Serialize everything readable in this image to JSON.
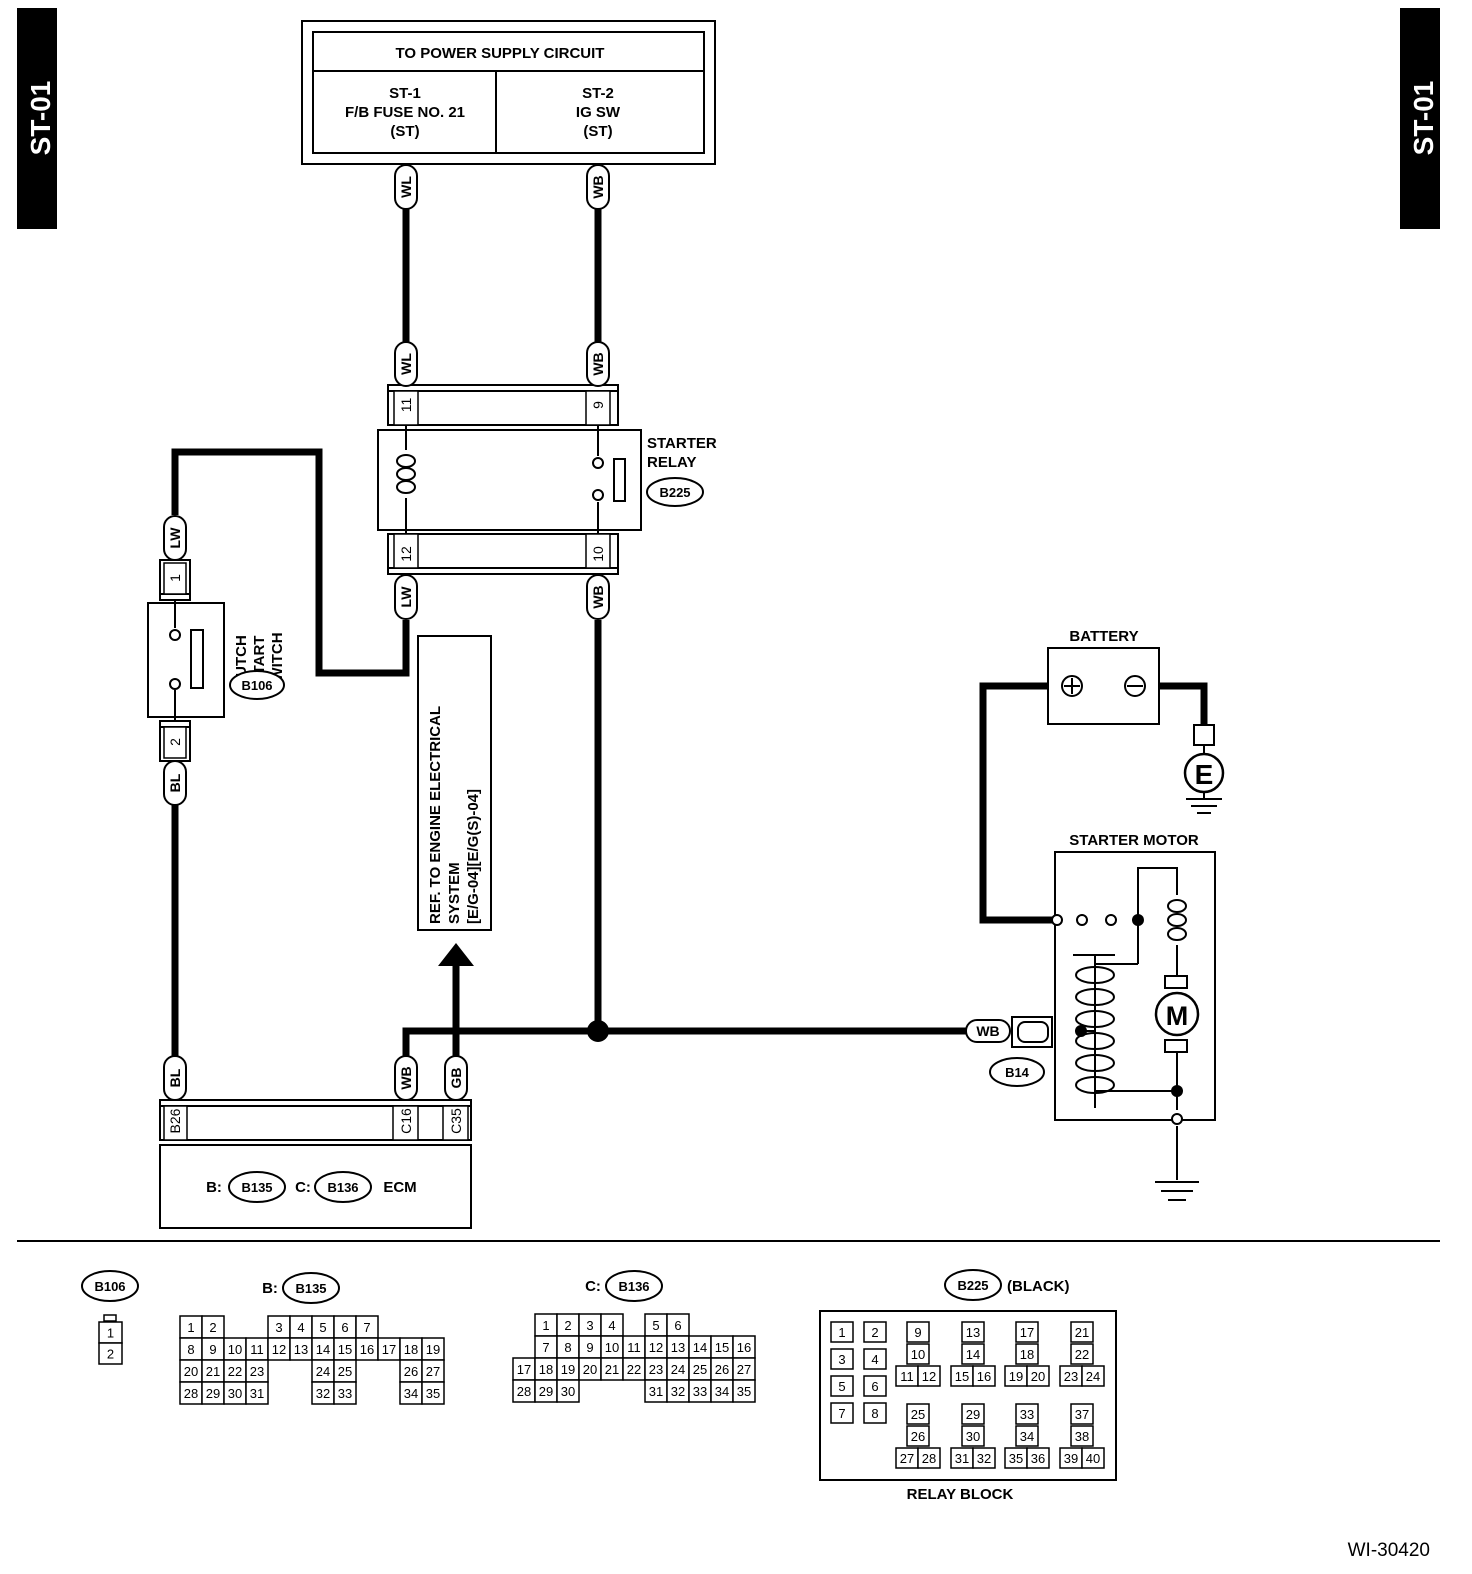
{
  "page_code": "ST-01",
  "figure_id": "WI-30420",
  "power_supply": {
    "title": "TO POWER SUPPLY CIRCUIT",
    "st1": {
      "line1": "ST-1",
      "line2": "F/B FUSE NO. 21",
      "line3": "(ST)"
    },
    "st2": {
      "line1": "ST-2",
      "line2": "IG SW",
      "line3": "(ST)"
    }
  },
  "starter_relay": {
    "line1": "STARTER",
    "line2": "RELAY",
    "connector": "B225"
  },
  "clutch_switch": {
    "line1": "CLUTCH",
    "line2": "START",
    "line3": "SWITCH",
    "connector": "B106"
  },
  "ref_box": {
    "line1": "REF. TO ENGINE ELECTRICAL",
    "line2": "SYSTEM",
    "line3": "[E/G-04][E/G(S)-04]"
  },
  "battery": {
    "label": "BATTERY",
    "ground_symbol": "E"
  },
  "starter_motor": {
    "label": "STARTER MOTOR",
    "motor_symbol": "M",
    "connector": "B14"
  },
  "ecm": {
    "b_prefix": "B:",
    "b_connector": "B135",
    "c_prefix": "C:",
    "c_connector": "B136",
    "label": "ECM"
  },
  "wire_colors": {
    "wl": "WL",
    "wb": "WB",
    "lw": "LW",
    "bl": "BL",
    "gb": "GB"
  },
  "pins": {
    "relay_11": "11",
    "relay_9": "9",
    "relay_12": "12",
    "relay_10": "10",
    "clutch_1": "1",
    "clutch_2": "2",
    "ecm_b26": "B26",
    "ecm_c16": "C16",
    "ecm_c35": "C35"
  },
  "connector_views": {
    "b106": {
      "id": "B106",
      "cells": [
        [
          "1"
        ],
        [
          "2"
        ]
      ]
    },
    "b135": {
      "prefix": "B:",
      "id": "B135",
      "rows": [
        [
          "1",
          "2",
          "",
          "",
          "3",
          "4",
          "5",
          "6",
          "7"
        ],
        [
          "8",
          "9",
          "10",
          "11",
          "12",
          "13",
          "14",
          "15",
          "16",
          "17",
          "18",
          "19"
        ],
        [
          "20",
          "21",
          "22",
          "23",
          "",
          "",
          "24",
          "25",
          "",
          "",
          "26",
          "27"
        ],
        [
          "28",
          "29",
          "30",
          "31",
          "",
          "",
          "32",
          "33",
          "",
          "",
          "34",
          "35"
        ]
      ]
    },
    "b136": {
      "prefix": "C:",
      "id": "B136",
      "rows": [
        [
          "",
          "1",
          "2",
          "3",
          "4",
          "",
          "5",
          "6"
        ],
        [
          "",
          "7",
          "8",
          "9",
          "10",
          "11",
          "12",
          "13",
          "14",
          "15",
          "16"
        ],
        [
          "17",
          "18",
          "19",
          "20",
          "21",
          "22",
          "23",
          "24",
          "25",
          "26",
          "27"
        ],
        [
          "28",
          "29",
          "30",
          "",
          "",
          "",
          "31",
          "32",
          "33",
          "34",
          "35"
        ]
      ]
    },
    "b225": {
      "id": "B225",
      "note": "(BLACK)",
      "caption": "RELAY BLOCK",
      "pairs": [
        [
          "1",
          "2"
        ],
        [
          "3",
          "4"
        ],
        [
          "5",
          "6"
        ],
        [
          "7",
          "8"
        ]
      ],
      "groups_top": [
        {
          "a": "9",
          "b": "10",
          "c": [
            "11",
            "12"
          ]
        },
        {
          "a": "13",
          "b": "14",
          "c": [
            "15",
            "16"
          ]
        },
        {
          "a": "17",
          "b": "18",
          "c": [
            "19",
            "20"
          ]
        },
        {
          "a": "21",
          "b": "22",
          "c": [
            "23",
            "24"
          ]
        }
      ],
      "groups_bottom": [
        {
          "a": "25",
          "b": "26",
          "c": [
            "27",
            "28"
          ]
        },
        {
          "a": "29",
          "b": "30",
          "c": [
            "31",
            "32"
          ]
        },
        {
          "a": "33",
          "b": "34",
          "c": [
            "35",
            "36"
          ]
        },
        {
          "a": "37",
          "b": "38",
          "c": [
            "39",
            "40"
          ]
        }
      ]
    }
  }
}
